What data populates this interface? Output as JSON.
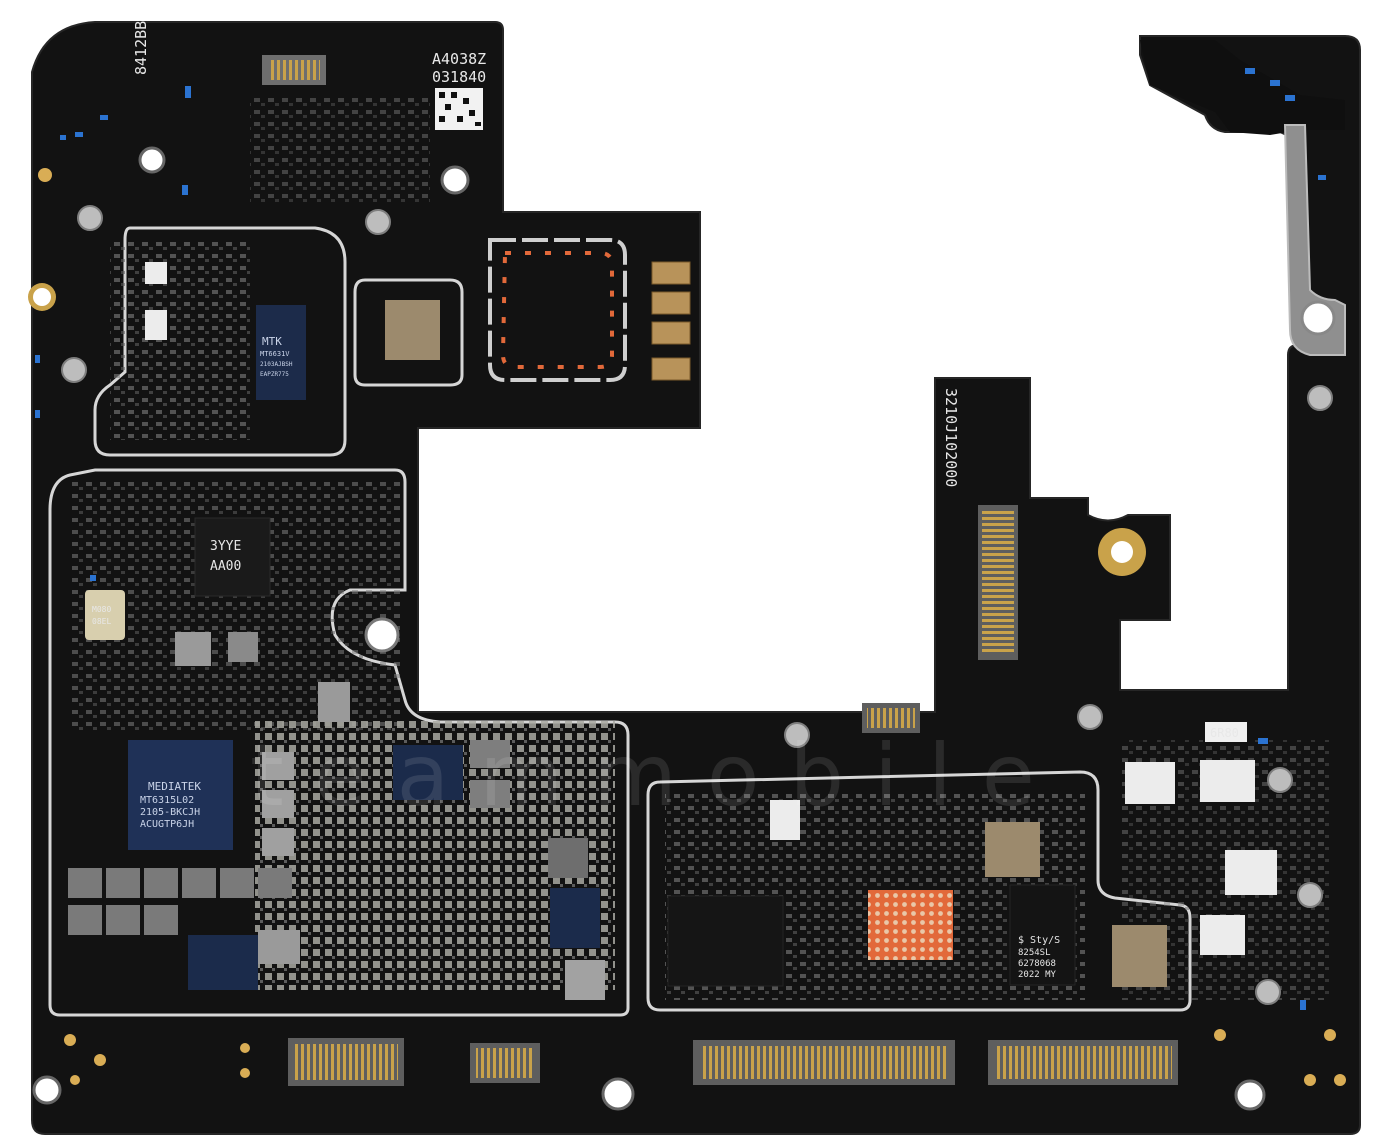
{
  "board": {
    "colors": {
      "pcb": "#111111",
      "pcb_edge": "#1c1c1c",
      "shield_line": "#d9d9d9",
      "gold": "#c9a24a",
      "copper_orange": "#e2693a",
      "chip_blue": "#1c2b4a",
      "component_grey": "#8c8c8c"
    },
    "silkscreen": {
      "top_left_code": "8412BB",
      "label_a": "A4038Z",
      "label_b": "031840",
      "vertical_code": "3210J102000",
      "inductor_code": "6R80"
    },
    "chips": {
      "mtk_small": {
        "line1": "MTK",
        "line2": "MT6631V",
        "line3": "2103AJBSH",
        "line4": "EAPZR775"
      },
      "pmic": {
        "line1": "3YYE",
        "line2": "AA00"
      },
      "mediatek": {
        "line1": "MEDIATEK",
        "line2": "MT6315L02",
        "line3": "2105-BKCJH",
        "line4": "ACUGTP6JH"
      },
      "samsung": {
        "line1": "$ Sty/S",
        "line2": "8254SL",
        "line3": "6278068",
        "line4": "2022 MY"
      },
      "crystal": {
        "line1": "M080",
        "line2": "08EL"
      }
    },
    "watermark": {
      "text": "teammobile"
    }
  }
}
